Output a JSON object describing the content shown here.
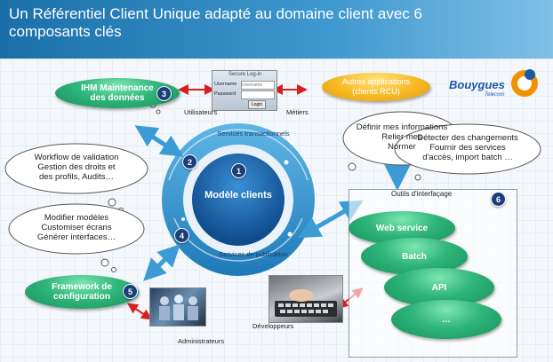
{
  "title": "Un Référentiel Client Unique adapté au domaine client avec 6 composants clés",
  "logo": {
    "brand": "Bouygues",
    "sub": "Telecom"
  },
  "center": {
    "label": "Modèle clients",
    "ring_top": "Services transactionnels",
    "ring_bottom": "Services de publication",
    "badge": "1"
  },
  "ihm": {
    "label": "IHM Maintenance des données",
    "badge": "3"
  },
  "autres": {
    "label": "Autres applications (clients RCU)"
  },
  "login": {
    "title": "Secure Log-in",
    "user_label": "Username",
    "user_value": "Username",
    "pass_label": "Password",
    "button": "Login"
  },
  "labels": {
    "utilisateurs": "Utilisateurs",
    "metiers": "Métiers",
    "administrateurs": "Administrateurs",
    "developpeurs": "Développeurs",
    "outils": "Outils d'interfaçage"
  },
  "cloud_workflow": {
    "lines": [
      "Workflow de validation",
      "Gestion des droits et",
      "des profils, Audits…"
    ],
    "badge": "2"
  },
  "cloud_modifier": {
    "lines": [
      "Modifier modèles",
      "Customiser écrans",
      "Générer interfaces…"
    ],
    "badge": "4"
  },
  "cloud_definir": {
    "lines": [
      "Définir mes informations",
      "Relier mes",
      "Normer"
    ]
  },
  "cloud_detecter": {
    "lines": [
      "Détecter des changements",
      "Fournir des services",
      "d'accès, import batch …"
    ]
  },
  "framework": {
    "label": "Framework de configuration",
    "badge": "5"
  },
  "outils_badge": "6",
  "tools": [
    {
      "label": "Web service"
    },
    {
      "label": "Batch"
    },
    {
      "label": "API"
    },
    {
      "label": "…"
    }
  ],
  "colors": {
    "green": "#2fb57a",
    "orange": "#f6b923",
    "navy": "#1b3f7a",
    "ring": "#2f8fcc",
    "arrow_red": "#d81e1e"
  }
}
